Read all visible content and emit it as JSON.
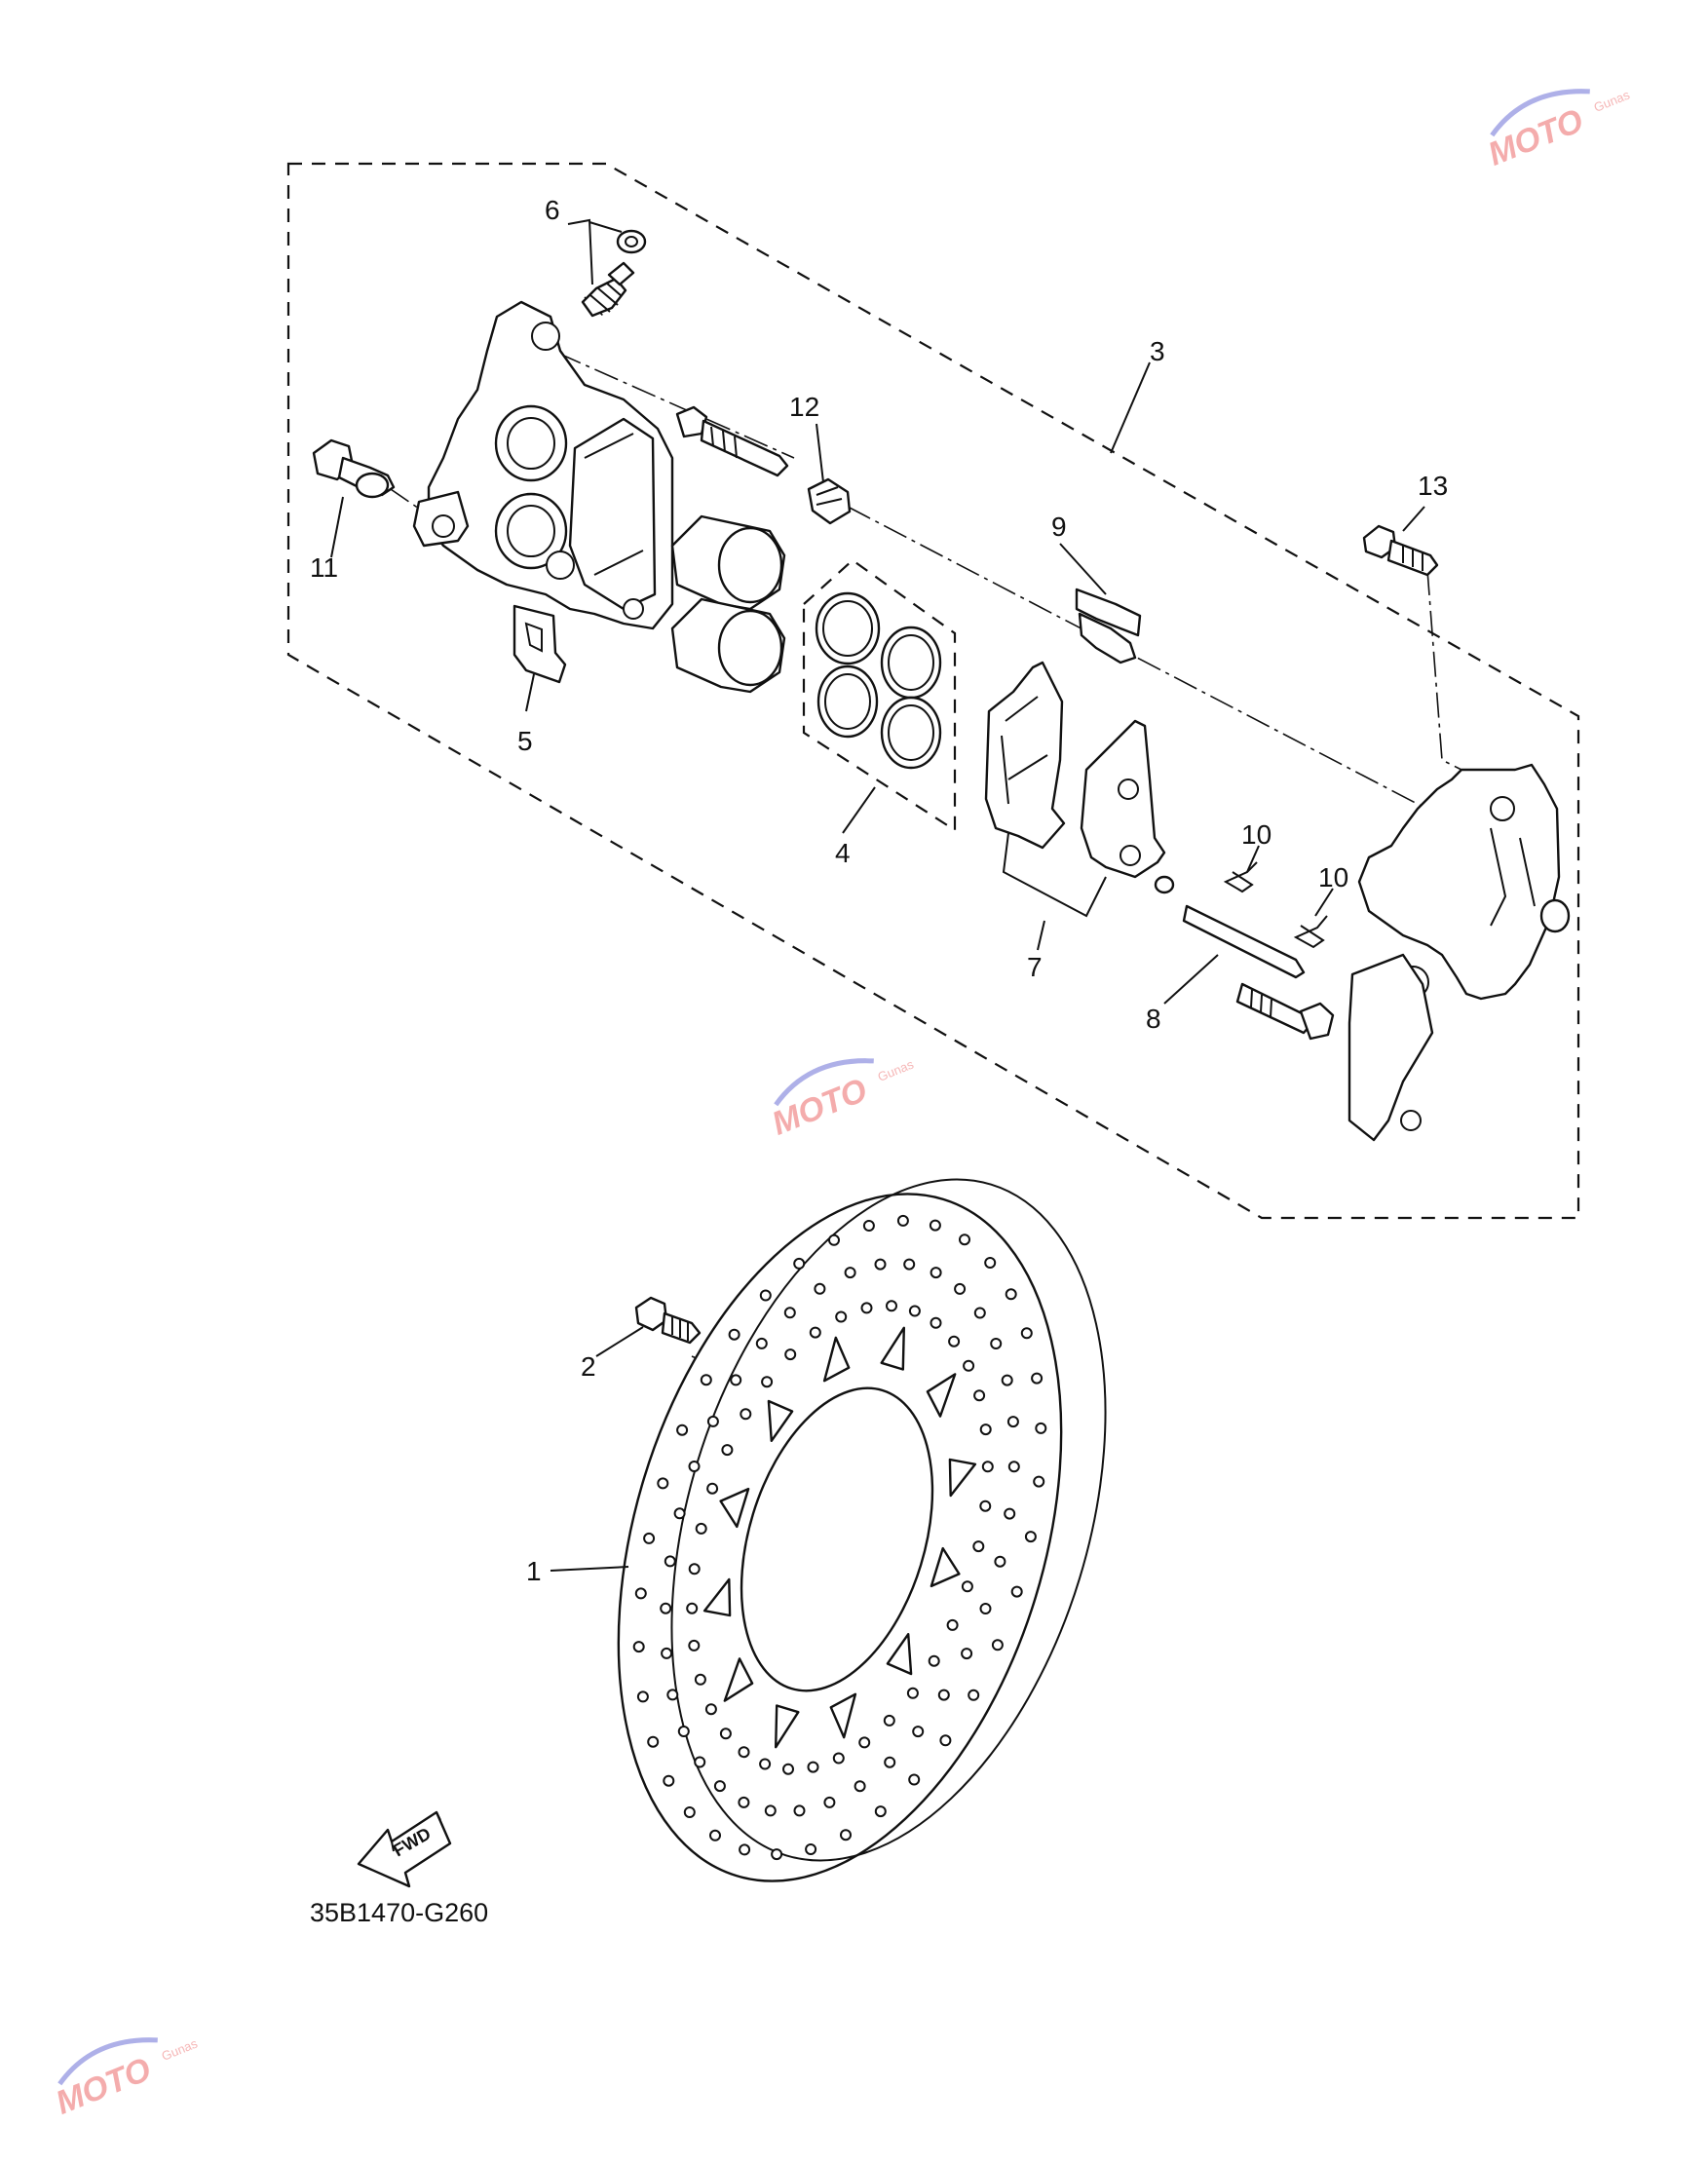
{
  "diagram_code": "35B1470-G260",
  "fwd_label": "FWD",
  "watermark": {
    "text": "MOTO",
    "subtext": "Gunas"
  },
  "callouts": [
    "1",
    "2",
    "3",
    "4",
    "5",
    "6",
    "7",
    "8",
    "9",
    "10",
    "10",
    "11",
    "12",
    "13"
  ]
}
